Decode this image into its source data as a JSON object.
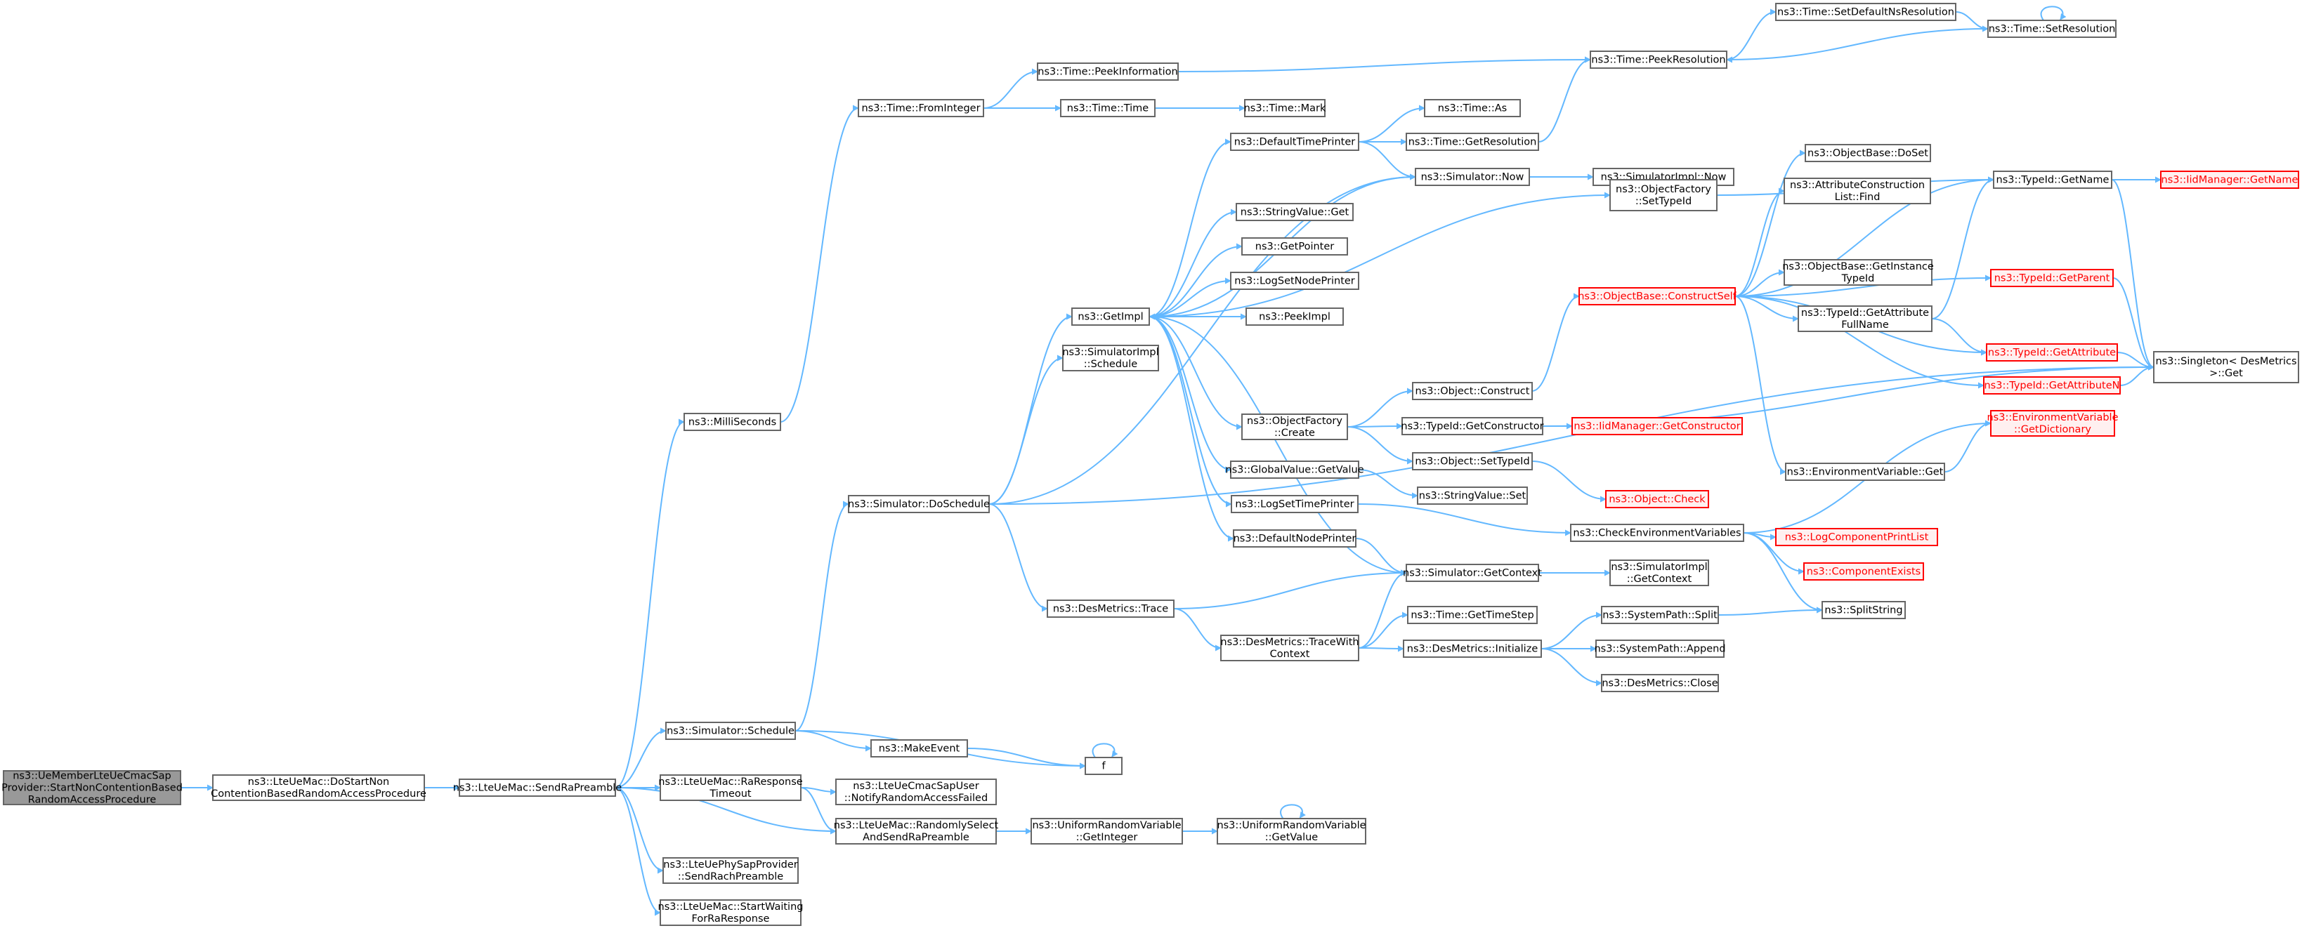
{
  "graph": {
    "edge_color": "#63b8ff",
    "node_border_color": "#666666",
    "root_fill_color": "#999999",
    "truncated_node_color": "#ff0000",
    "truncated_node_fill": "#fff0f0",
    "nodes": [
      {
        "id": "root",
        "lines": [
          "ns3::UeMemberLteUeCmacSap",
          "Provider::StartNonContentionBased",
          "RandomAccessProcedure"
        ],
        "style": "root"
      },
      {
        "id": "doStartNon",
        "lines": [
          "ns3::LteUeMac::DoStartNon",
          "ContentionBasedRandomAccessProcedure"
        ],
        "style": "normal"
      },
      {
        "id": "sendRaPreamble",
        "lines": [
          "ns3::LteUeMac::SendRaPreamble"
        ],
        "style": "normal"
      },
      {
        "id": "milliSeconds",
        "lines": [
          "ns3::MilliSeconds"
        ],
        "style": "normal"
      },
      {
        "id": "simSchedule",
        "lines": [
          "ns3::Simulator::Schedule"
        ],
        "style": "normal"
      },
      {
        "id": "raResponseTimeout",
        "lines": [
          "ns3::LteUeMac::RaResponse",
          "Timeout"
        ],
        "style": "normal"
      },
      {
        "id": "randomlySelect",
        "lines": [
          "ns3::LteUeMac::RandomlySelect",
          "AndSendRaPreamble"
        ],
        "style": "normal"
      },
      {
        "id": "sendRachPreamble",
        "lines": [
          "ns3::LteUePhySapProvider",
          "::SendRachPreamble"
        ],
        "style": "normal"
      },
      {
        "id": "startWaiting",
        "lines": [
          "ns3::LteUeMac::StartWaiting",
          "ForRaResponse"
        ],
        "style": "normal"
      },
      {
        "id": "timeFromInteger",
        "lines": [
          "ns3::Time::FromInteger"
        ],
        "style": "normal"
      },
      {
        "id": "doSchedule",
        "lines": [
          "ns3::Simulator::DoSchedule"
        ],
        "style": "normal"
      },
      {
        "id": "makeEvent",
        "lines": [
          "ns3::MakeEvent"
        ],
        "style": "normal"
      },
      {
        "id": "f",
        "lines": [
          "f"
        ],
        "style": "normal"
      },
      {
        "id": "notifyRAF",
        "lines": [
          "ns3::LteUeCmacSapUser",
          "::NotifyRandomAccessFailed"
        ],
        "style": "normal"
      },
      {
        "id": "getInteger",
        "lines": [
          "ns3::UniformRandomVariable",
          "::GetInteger"
        ],
        "style": "normal"
      },
      {
        "id": "getValueURV",
        "lines": [
          "ns3::UniformRandomVariable",
          "::GetValue"
        ],
        "style": "normal"
      },
      {
        "id": "peekInformation",
        "lines": [
          "ns3::Time::PeekInformation"
        ],
        "style": "normal"
      },
      {
        "id": "timeTime",
        "lines": [
          "ns3::Time::Time"
        ],
        "style": "normal"
      },
      {
        "id": "timeMark",
        "lines": [
          "ns3::Time::Mark"
        ],
        "style": "normal"
      },
      {
        "id": "getImpl",
        "lines": [
          "ns3::GetImpl"
        ],
        "style": "normal"
      },
      {
        "id": "simImplSchedule",
        "lines": [
          "ns3::SimulatorImpl",
          "::Schedule"
        ],
        "style": "normal"
      },
      {
        "id": "desTrace",
        "lines": [
          "ns3::DesMetrics::Trace"
        ],
        "style": "normal"
      },
      {
        "id": "traceWithContext",
        "lines": [
          "ns3::DesMetrics::TraceWith",
          "Context"
        ],
        "style": "normal"
      },
      {
        "id": "defaultTimePrinter",
        "lines": [
          "ns3::DefaultTimePrinter"
        ],
        "style": "normal"
      },
      {
        "id": "stringValueGet",
        "lines": [
          "ns3::StringValue::Get"
        ],
        "style": "normal"
      },
      {
        "id": "getPointer",
        "lines": [
          "ns3::GetPointer"
        ],
        "style": "normal"
      },
      {
        "id": "logSetNodePrinter",
        "lines": [
          "ns3::LogSetNodePrinter"
        ],
        "style": "normal"
      },
      {
        "id": "peekImpl",
        "lines": [
          "ns3::PeekImpl"
        ],
        "style": "normal"
      },
      {
        "id": "objFactoryCreate",
        "lines": [
          "ns3::ObjectFactory",
          "::Create"
        ],
        "style": "normal"
      },
      {
        "id": "globalValueGetValue",
        "lines": [
          "ns3::GlobalValue::GetValue"
        ],
        "style": "normal"
      },
      {
        "id": "logSetTimePrinter",
        "lines": [
          "ns3::LogSetTimePrinter"
        ],
        "style": "normal"
      },
      {
        "id": "defaultNodePrinter",
        "lines": [
          "ns3::DefaultNodePrinter"
        ],
        "style": "normal"
      },
      {
        "id": "timeAs",
        "lines": [
          "ns3::Time::As"
        ],
        "style": "normal"
      },
      {
        "id": "timeGetResolution",
        "lines": [
          "ns3::Time::GetResolution"
        ],
        "style": "normal"
      },
      {
        "id": "simNow",
        "lines": [
          "ns3::Simulator::Now"
        ],
        "style": "normal"
      },
      {
        "id": "objConstruct",
        "lines": [
          "ns3::Object::Construct"
        ],
        "style": "normal"
      },
      {
        "id": "typeIdGetConstructor",
        "lines": [
          "ns3::TypeId::GetConstructor"
        ],
        "style": "normal"
      },
      {
        "id": "objSetTypeId",
        "lines": [
          "ns3::Object::SetTypeId"
        ],
        "style": "normal"
      },
      {
        "id": "stringValueSet",
        "lines": [
          "ns3::StringValue::Set"
        ],
        "style": "normal"
      },
      {
        "id": "simGetContext",
        "lines": [
          "ns3::Simulator::GetContext"
        ],
        "style": "normal"
      },
      {
        "id": "timeGetTimeStep",
        "lines": [
          "ns3::Time::GetTimeStep"
        ],
        "style": "normal"
      },
      {
        "id": "desInitialize",
        "lines": [
          "ns3::DesMetrics::Initialize"
        ],
        "style": "normal"
      },
      {
        "id": "simImplNow",
        "lines": [
          "ns3::SimulatorImpl::Now"
        ],
        "style": "normal"
      },
      {
        "id": "objFactorySetTypeId",
        "lines": [
          "ns3::ObjectFactory",
          "::SetTypeId"
        ],
        "style": "normal"
      },
      {
        "id": "constructSelf",
        "lines": [
          "ns3::ObjectBase::ConstructSelf"
        ],
        "style": "red"
      },
      {
        "id": "iidGetConstructor",
        "lines": [
          "ns3::IidManager::GetConstructor"
        ],
        "style": "red"
      },
      {
        "id": "objectCheck",
        "lines": [
          "ns3::Object::Check"
        ],
        "style": "red"
      },
      {
        "id": "checkEnvVars",
        "lines": [
          "ns3::CheckEnvironmentVariables"
        ],
        "style": "normal"
      },
      {
        "id": "simImplGetContext",
        "lines": [
          "ns3::SimulatorImpl",
          "::GetContext"
        ],
        "style": "normal"
      },
      {
        "id": "sysPathSplit",
        "lines": [
          "ns3::SystemPath::Split"
        ],
        "style": "normal"
      },
      {
        "id": "sysPathAppend",
        "lines": [
          "ns3::SystemPath::Append"
        ],
        "style": "normal"
      },
      {
        "id": "desClose",
        "lines": [
          "ns3::DesMetrics::Close"
        ],
        "style": "normal"
      },
      {
        "id": "peekResolution",
        "lines": [
          "ns3::Time::PeekResolution"
        ],
        "style": "normal"
      },
      {
        "id": "setDefaultNsRes",
        "lines": [
          "ns3::Time::SetDefaultNsResolution"
        ],
        "style": "normal"
      },
      {
        "id": "setResolution",
        "lines": [
          "ns3::Time::SetResolution"
        ],
        "style": "normal"
      },
      {
        "id": "objBaseDoSet",
        "lines": [
          "ns3::ObjectBase::DoSet"
        ],
        "style": "normal"
      },
      {
        "id": "attrConstructionFind",
        "lines": [
          "ns3::AttributeConstruction",
          "List::Find"
        ],
        "style": "normal"
      },
      {
        "id": "getInstanceTypeId",
        "lines": [
          "ns3::ObjectBase::GetInstance",
          "TypeId"
        ],
        "style": "normal"
      },
      {
        "id": "getAttrFullName",
        "lines": [
          "ns3::TypeId::GetAttribute",
          "FullName"
        ],
        "style": "normal"
      },
      {
        "id": "envVarGet",
        "lines": [
          "ns3::EnvironmentVariable::Get"
        ],
        "style": "normal"
      },
      {
        "id": "logComponentPrintList",
        "lines": [
          "ns3::LogComponentPrintList"
        ],
        "style": "red"
      },
      {
        "id": "componentExists",
        "lines": [
          "ns3::ComponentExists"
        ],
        "style": "red"
      },
      {
        "id": "splitString",
        "lines": [
          "ns3::SplitString"
        ],
        "style": "normal"
      },
      {
        "id": "typeIdGetName",
        "lines": [
          "ns3::TypeId::GetName"
        ],
        "style": "normal"
      },
      {
        "id": "typeIdGetParent",
        "lines": [
          "ns3::TypeId::GetParent"
        ],
        "style": "red"
      },
      {
        "id": "typeIdGetAttribute",
        "lines": [
          "ns3::TypeId::GetAttribute"
        ],
        "style": "red"
      },
      {
        "id": "typeIdGetAttributeN",
        "lines": [
          "ns3::TypeId::GetAttributeN"
        ],
        "style": "red"
      },
      {
        "id": "envVarGetDictionary",
        "lines": [
          "ns3::EnvironmentVariable",
          "::GetDictionary"
        ],
        "style": "red"
      },
      {
        "id": "iidGetName",
        "lines": [
          "ns3::IidManager::GetName"
        ],
        "style": "red"
      },
      {
        "id": "singletonGet",
        "lines": [
          "ns3::Singleton< DesMetrics",
          " >::Get"
        ],
        "style": "normal"
      }
    ],
    "edges": [
      [
        "root",
        "doStartNon"
      ],
      [
        "doStartNon",
        "sendRaPreamble"
      ],
      [
        "sendRaPreamble",
        "milliSeconds"
      ],
      [
        "sendRaPreamble",
        "simSchedule"
      ],
      [
        "sendRaPreamble",
        "raResponseTimeout"
      ],
      [
        "sendRaPreamble",
        "sendRachPreamble"
      ],
      [
        "sendRaPreamble",
        "startWaiting"
      ],
      [
        "milliSeconds",
        "timeFromInteger"
      ],
      [
        "simSchedule",
        "doSchedule"
      ],
      [
        "simSchedule",
        "makeEvent"
      ],
      [
        "simSchedule",
        "f"
      ],
      [
        "makeEvent",
        "f"
      ],
      [
        "f",
        "f"
      ],
      [
        "raResponseTimeout",
        "sendRaPreamble"
      ],
      [
        "raResponseTimeout",
        "notifyRAF"
      ],
      [
        "raResponseTimeout",
        "randomlySelect"
      ],
      [
        "randomlySelect",
        "sendRaPreamble"
      ],
      [
        "randomlySelect",
        "getInteger"
      ],
      [
        "getInteger",
        "getValueURV"
      ],
      [
        "getValueURV",
        "getValueURV"
      ],
      [
        "timeFromInteger",
        "peekInformation"
      ],
      [
        "timeFromInteger",
        "timeTime"
      ],
      [
        "timeTime",
        "timeMark"
      ],
      [
        "peekInformation",
        "peekResolution"
      ],
      [
        "doSchedule",
        "getImpl"
      ],
      [
        "doSchedule",
        "simImplSchedule"
      ],
      [
        "doSchedule",
        "simNow"
      ],
      [
        "doSchedule",
        "desTrace"
      ],
      [
        "doSchedule",
        "singletonGet"
      ],
      [
        "desTrace",
        "simGetContext"
      ],
      [
        "desTrace",
        "traceWithContext"
      ],
      [
        "traceWithContext",
        "simGetContext"
      ],
      [
        "traceWithContext",
        "timeGetTimeStep"
      ],
      [
        "traceWithContext",
        "desInitialize"
      ],
      [
        "desInitialize",
        "sysPathSplit"
      ],
      [
        "desInitialize",
        "sysPathAppend"
      ],
      [
        "desInitialize",
        "desClose"
      ],
      [
        "sysPathSplit",
        "splitString"
      ],
      [
        "getImpl",
        "defaultTimePrinter"
      ],
      [
        "getImpl",
        "stringValueGet"
      ],
      [
        "getImpl",
        "getPointer"
      ],
      [
        "getImpl",
        "logSetNodePrinter"
      ],
      [
        "getImpl",
        "peekImpl"
      ],
      [
        "getImpl",
        "objFactoryCreate"
      ],
      [
        "getImpl",
        "globalValueGetValue"
      ],
      [
        "getImpl",
        "logSetTimePrinter"
      ],
      [
        "getImpl",
        "defaultNodePrinter"
      ],
      [
        "getImpl",
        "simGetContext"
      ],
      [
        "getImpl",
        "objFactorySetTypeId"
      ],
      [
        "defaultTimePrinter",
        "timeAs"
      ],
      [
        "defaultTimePrinter",
        "timeGetResolution"
      ],
      [
        "defaultTimePrinter",
        "simNow"
      ],
      [
        "simNow",
        "getImpl"
      ],
      [
        "simNow",
        "simImplNow"
      ],
      [
        "timeGetResolution",
        "peekResolution"
      ],
      [
        "objFactoryCreate",
        "objConstruct"
      ],
      [
        "objFactoryCreate",
        "typeIdGetConstructor"
      ],
      [
        "objFactoryCreate",
        "objSetTypeId"
      ],
      [
        "typeIdGetConstructor",
        "iidGetConstructor"
      ],
      [
        "typeIdGetConstructor",
        "singletonGet"
      ],
      [
        "objSetTypeId",
        "objectCheck"
      ],
      [
        "objConstruct",
        "constructSelf"
      ],
      [
        "globalValueGetValue",
        "stringValueSet"
      ],
      [
        "logSetTimePrinter",
        "checkEnvVars"
      ],
      [
        "defaultNodePrinter",
        "simGetContext"
      ],
      [
        "simGetContext",
        "simImplGetContext"
      ],
      [
        "checkEnvVars",
        "envVarGetDictionary"
      ],
      [
        "checkEnvVars",
        "logComponentPrintList"
      ],
      [
        "checkEnvVars",
        "componentExists"
      ],
      [
        "checkEnvVars",
        "splitString"
      ],
      [
        "objFactorySetTypeId",
        "typeIdGetName"
      ],
      [
        "constructSelf",
        "typeIdGetName"
      ],
      [
        "constructSelf",
        "objBaseDoSet"
      ],
      [
        "constructSelf",
        "attrConstructionFind"
      ],
      [
        "constructSelf",
        "getInstanceTypeId"
      ],
      [
        "constructSelf",
        "getAttrFullName"
      ],
      [
        "constructSelf",
        "typeIdGetParent"
      ],
      [
        "constructSelf",
        "typeIdGetAttribute"
      ],
      [
        "constructSelf",
        "typeIdGetAttributeN"
      ],
      [
        "constructSelf",
        "envVarGet"
      ],
      [
        "getAttrFullName",
        "typeIdGetName"
      ],
      [
        "getAttrFullName",
        "typeIdGetAttribute"
      ],
      [
        "envVarGet",
        "envVarGetDictionary"
      ],
      [
        "peekResolution",
        "setDefaultNsRes"
      ],
      [
        "setDefaultNsRes",
        "setResolution"
      ],
      [
        "setResolution",
        "setResolution"
      ],
      [
        "setResolution",
        "peekResolution"
      ],
      [
        "typeIdGetName",
        "iidGetName"
      ],
      [
        "typeIdGetName",
        "singletonGet"
      ],
      [
        "typeIdGetParent",
        "singletonGet"
      ],
      [
        "typeIdGetAttribute",
        "singletonGet"
      ],
      [
        "typeIdGetAttributeN",
        "singletonGet"
      ]
    ]
  }
}
